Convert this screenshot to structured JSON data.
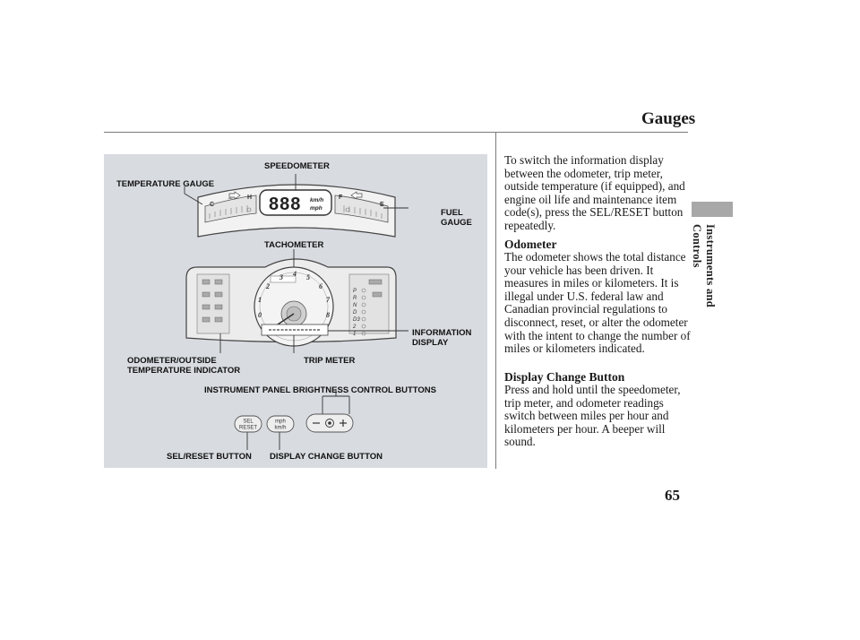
{
  "header": {
    "title": "Gauges"
  },
  "section": {
    "label": "Instruments and Controls"
  },
  "page_number": "65",
  "figure": {
    "callouts": {
      "speedometer": "SPEEDOMETER",
      "temperature_gauge": "TEMPERATURE GAUGE",
      "fuel_gauge_1": "FUEL",
      "fuel_gauge_2": "GAUGE",
      "tachometer": "TACHOMETER",
      "information_display_1": "INFORMATION",
      "information_display_2": "DISPLAY",
      "odometer_outside_1": "ODOMETER/OUTSIDE",
      "odometer_outside_2": "TEMPERATURE INDICATOR",
      "trip_meter": "TRIP METER",
      "brightness_buttons": "INSTRUMENT PANEL BRIGHTNESS CONTROL BUTTONS",
      "sel_reset_button": "SEL/RESET BUTTON",
      "display_change_button": "DISPLAY CHANGE BUTTON"
    },
    "speed_display": "888",
    "speed_units": [
      "km/h",
      "mph"
    ],
    "sel_button": [
      "SEL",
      "RESET"
    ],
    "units_button": [
      "mph",
      "km/h"
    ],
    "gear_positions": [
      "P",
      "R",
      "N",
      "D",
      "D3",
      "2",
      "1"
    ],
    "tach_numbers": [
      "0",
      "1",
      "2",
      "3",
      "4",
      "5",
      "6",
      "7",
      "8"
    ]
  },
  "body": {
    "intro": "To switch the information display between the odometer, trip meter, outside temperature (if equipped), and engine oil life and maintenance item code(s), press the SEL/RESET button repeatedly.",
    "odometer_heading": "Odometer",
    "odometer_text": "The odometer shows the total distance your vehicle has been driven. It measures in miles or kilometers. It is illegal under U.S. federal law and Canadian provincial regulations to disconnect, reset, or alter the odometer with the intent to change the number of miles or kilometers indicated.",
    "display_change_heading": "Display Change Button",
    "display_change_text": "Press and hold until the speedometer, trip meter, and odometer readings switch between miles per hour and kilometers per hour. A beeper will sound."
  }
}
